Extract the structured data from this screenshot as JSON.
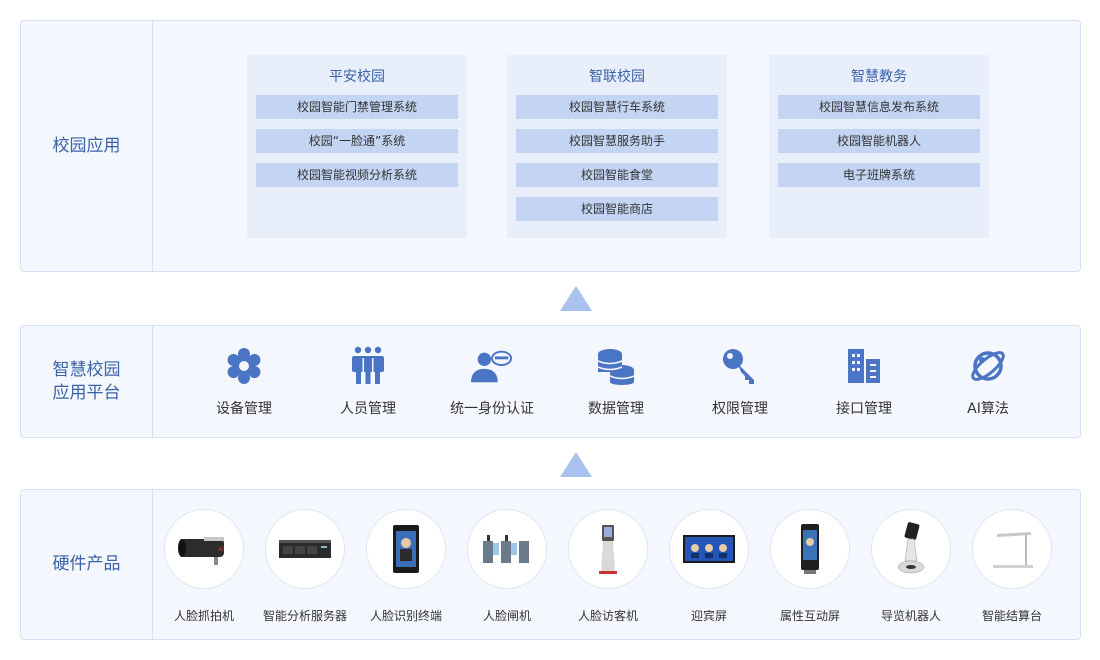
{
  "layers": {
    "app": {
      "label": "校园应用",
      "columns": [
        {
          "title": "平安校园",
          "items": [
            "校园智能门禁管理系统",
            "校园“一脸通”系统",
            "校园智能视频分析系统"
          ]
        },
        {
          "title": "智联校园",
          "items": [
            "校园智慧行车系统",
            "校园智慧服务助手",
            "校园智能食堂",
            "校园智能商店"
          ]
        },
        {
          "title": "智慧教务",
          "items": [
            "校园智慧信息发布系统",
            "校园智能机器人",
            "电子班牌系统"
          ]
        }
      ]
    },
    "platform": {
      "label": "智慧校园\n应用平台",
      "items": [
        {
          "label": "设备管理",
          "icon": "gear-icon"
        },
        {
          "label": "人员管理",
          "icon": "people-icon"
        },
        {
          "label": "统一身份认证",
          "icon": "verified-user-icon"
        },
        {
          "label": "数据管理",
          "icon": "database-icon"
        },
        {
          "label": "权限管理",
          "icon": "key-icon"
        },
        {
          "label": "接口管理",
          "icon": "building-icon"
        },
        {
          "label": "AI算法",
          "icon": "planet-icon"
        }
      ]
    },
    "hardware": {
      "label": "硬件产品",
      "items": [
        {
          "label": "人脸抓拍机",
          "icon": "bullet-camera-icon"
        },
        {
          "label": "智能分析服务器",
          "icon": "server-icon"
        },
        {
          "label": "人脸识别终端",
          "icon": "face-terminal-icon"
        },
        {
          "label": "人脸闸机",
          "icon": "gate-icon"
        },
        {
          "label": "人脸访客机",
          "icon": "visitor-kiosk-icon"
        },
        {
          "label": "迎宾屏",
          "icon": "welcome-screen-icon"
        },
        {
          "label": "属性互动屏",
          "icon": "interactive-screen-icon"
        },
        {
          "label": "导览机器人",
          "icon": "robot-icon"
        },
        {
          "label": "智能结算台",
          "icon": "checkout-counter-icon"
        }
      ]
    }
  },
  "colors": {
    "accent": "#3a62a8",
    "icon": "#4a74c4",
    "panel": "#f4f7fd",
    "item": "#c3d5f3",
    "arrow": "#a9c3ee"
  }
}
